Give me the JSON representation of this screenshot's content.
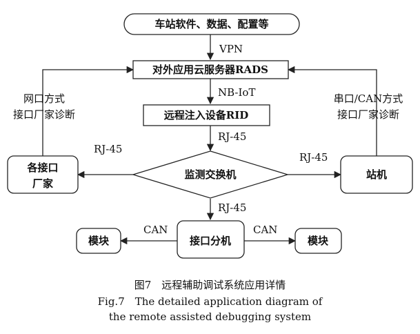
{
  "nodes": {
    "top": "车站软件、数据、配置等",
    "rads": "对外应用云服务器RADS",
    "rid": "远程注入设备RID",
    "switch": "监测交换机",
    "vendors": [
      "各接口",
      "厂家"
    ],
    "station": "站机",
    "extension": "接口分机",
    "module_left": "模块",
    "module_right": "模块"
  },
  "edge_labels": {
    "vpn": "VPN",
    "nbiot": "NB-IoT",
    "rj45_rid": "RJ-45",
    "rj45_left": "RJ-45",
    "rj45_right": "RJ-45",
    "rj45_down": "RJ-45",
    "can_left": "CAN",
    "can_right": "CAN"
  },
  "side_labels": {
    "left": [
      "网口方式",
      "接口厂家诊断"
    ],
    "right": [
      "串口/CAN方式",
      "接口厂家诊断"
    ]
  },
  "caption": {
    "cn": "图7　远程辅助调试系统应用详情",
    "en1": "Fig.7　The detailed application diagram of",
    "en2": "the remote assisted debugging system"
  }
}
